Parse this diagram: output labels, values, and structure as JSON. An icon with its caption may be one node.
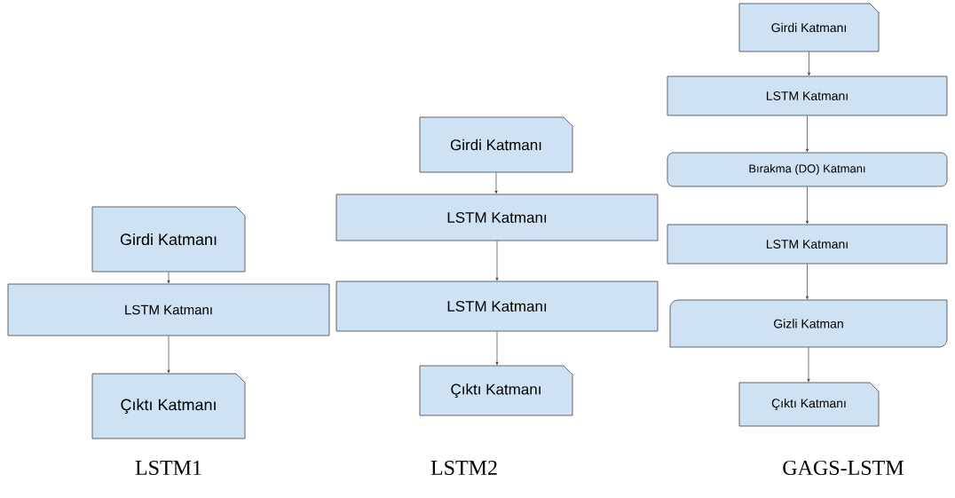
{
  "diagram": {
    "nodes": [
      {
        "text": [
          "Girdi Katmanı"
        ]
      },
      {
        "text": [
          "LSTM Katmanı"
        ]
      },
      {
        "text": [
          "Çıktı Katmanı"
        ]
      },
      {
        "text": [
          "Girdi Katmanı"
        ]
      },
      {
        "text": [
          "LSTM Katmanı"
        ]
      },
      {
        "text": [
          "LSTM Katmanı"
        ]
      },
      {
        "text": [
          "Çıktı Katmanı"
        ]
      },
      {
        "text": [
          "Girdi Katmanı"
        ]
      },
      {
        "text": [
          "LSTM Katmanı"
        ]
      },
      {
        "text": [
          "Bırakma (DO) Katmanı"
        ]
      },
      {
        "text": [
          "LSTM Katmanı"
        ]
      },
      {
        "text": [
          "Gizli Katman"
        ]
      },
      {
        "text": [
          "Çıktı Katmanı"
        ]
      }
    ],
    "edges": [
      {
        "from": 0,
        "to": 1,
        "arrow": "to"
      },
      {
        "from": 1,
        "to": 2,
        "arrow": "to"
      },
      {
        "from": 3,
        "to": 4,
        "arrow": "to"
      },
      {
        "from": 4,
        "to": 5,
        "arrow": "to"
      },
      {
        "from": 5,
        "to": 6,
        "arrow": "to"
      },
      {
        "from": 7,
        "to": 8,
        "arrow": "to"
      },
      {
        "from": 8,
        "to": 9,
        "arrow": "to"
      },
      {
        "from": 9,
        "to": 10,
        "arrow": "to"
      },
      {
        "from": 10,
        "to": 11,
        "arrow": "to"
      },
      {
        "from": 11,
        "to": 12,
        "arrow": "to"
      }
    ],
    "labels": [
      "LSTM1",
      "LSTM2",
      "GAGS-LSTM"
    ]
  }
}
